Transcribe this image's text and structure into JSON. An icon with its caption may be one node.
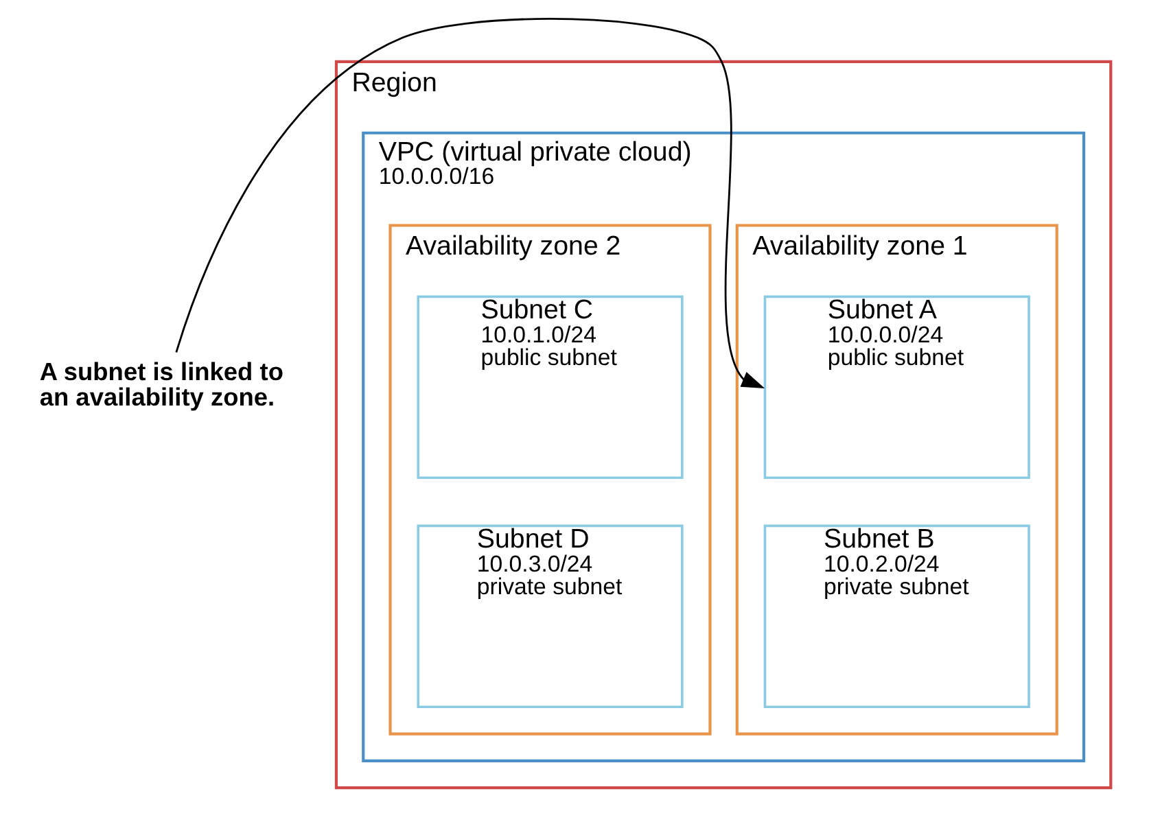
{
  "diagram": {
    "nodes": [
      {
        "text": [
          "Region"
        ]
      },
      {
        "text": [
          "VPC (virtual private cloud)",
          "10.0.0.0/16"
        ],
        "in": 0
      },
      {
        "text": [
          "Availability zone 1"
        ],
        "in": 1
      },
      {
        "text": [
          "Availability zone 2"
        ],
        "in": 1
      },
      {
        "text": [
          "Subnet A",
          "10.0.0.0/24",
          "public subnet"
        ],
        "in": 2
      },
      {
        "text": [
          "Subnet B",
          "10.0.2.0/24",
          "private subnet"
        ],
        "in": 2
      },
      {
        "text": [
          "Subnet C",
          "10.0.1.0/24",
          "public subnet"
        ],
        "in": 3
      },
      {
        "text": [
          "Subnet D",
          "10.0.3.0/24",
          "private subnet"
        ],
        "in": 3
      },
      {
        "text": [
          "A subnet is linked to an availability zone."
        ]
      }
    ],
    "edges": [
      {
        "from": 8,
        "to": 4,
        "arrow": "to"
      }
    ]
  }
}
